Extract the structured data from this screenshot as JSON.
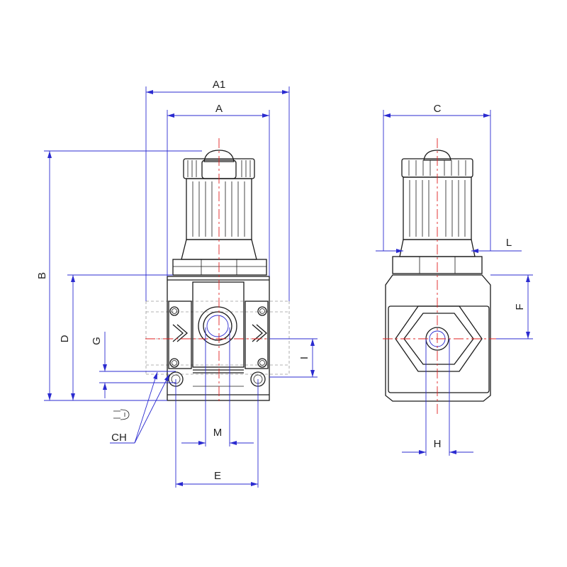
{
  "labels": {
    "A1": "A1",
    "A": "A",
    "C": "C",
    "B": "B",
    "D": "D",
    "G": "G",
    "CH": "CH",
    "M": "M",
    "E": "E",
    "I": "I",
    "L": "L",
    "F": "F",
    "H": "H"
  },
  "colors": {
    "outline": "#1a1a1a",
    "dimension": "#2b2bd0",
    "centerline": "#e02020",
    "hidden": "#9a9a9a"
  },
  "icons": {
    "wrench": "wrench-icon"
  }
}
